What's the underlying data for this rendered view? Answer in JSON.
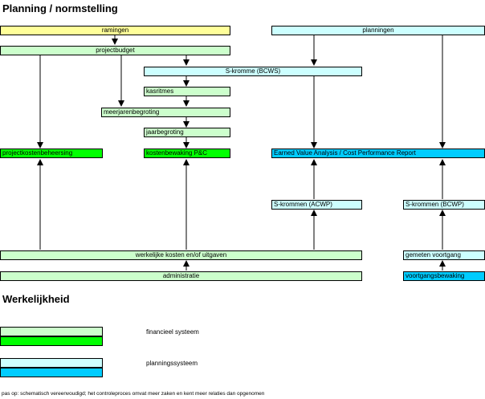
{
  "headings": {
    "planning": "Planning / normstelling",
    "reality": "Werkelijkheid"
  },
  "boxes": {
    "ramingen": "ramingen",
    "planningen": "planningen",
    "projectbudget": "projectbudget",
    "s_kromme_bcws": "S-kromme (BCWS)",
    "kasritmes": "kasritmes",
    "meerjarenbegroting": "meerjarenbegroting",
    "jaarbegroting": "jaarbegroting",
    "projectkostenbeheersing": "projectkostenbeheersing",
    "kostenbewaking": "kostenbewaking P&C",
    "earned_value": "Earned Value Analysis / Cost Performance Report",
    "s_krommen_acwp": "S-krommen (ACWP)",
    "s_krommen_bcwp": "S-krommen (BCWP)",
    "werkelijke_kosten": "werkelijke kosten en/of uitgaven",
    "gemeten_voortgang": "gemeten voortgang",
    "administratie": "administratie",
    "voortgangsbewaking": "voortgangsbewaking"
  },
  "legend": {
    "financial": "financieel systeem",
    "planning": "planningssysteem"
  },
  "note": "pas op: schematisch vereenvoudigd; het controleproces omvat meer zaken en kent meer relaties dan opgenomen",
  "colors": {
    "yellow": "#ffff99",
    "light_green": "#ccffcc",
    "green": "#00ff00",
    "light_cyan": "#ccffff",
    "cyan": "#00ccff"
  }
}
